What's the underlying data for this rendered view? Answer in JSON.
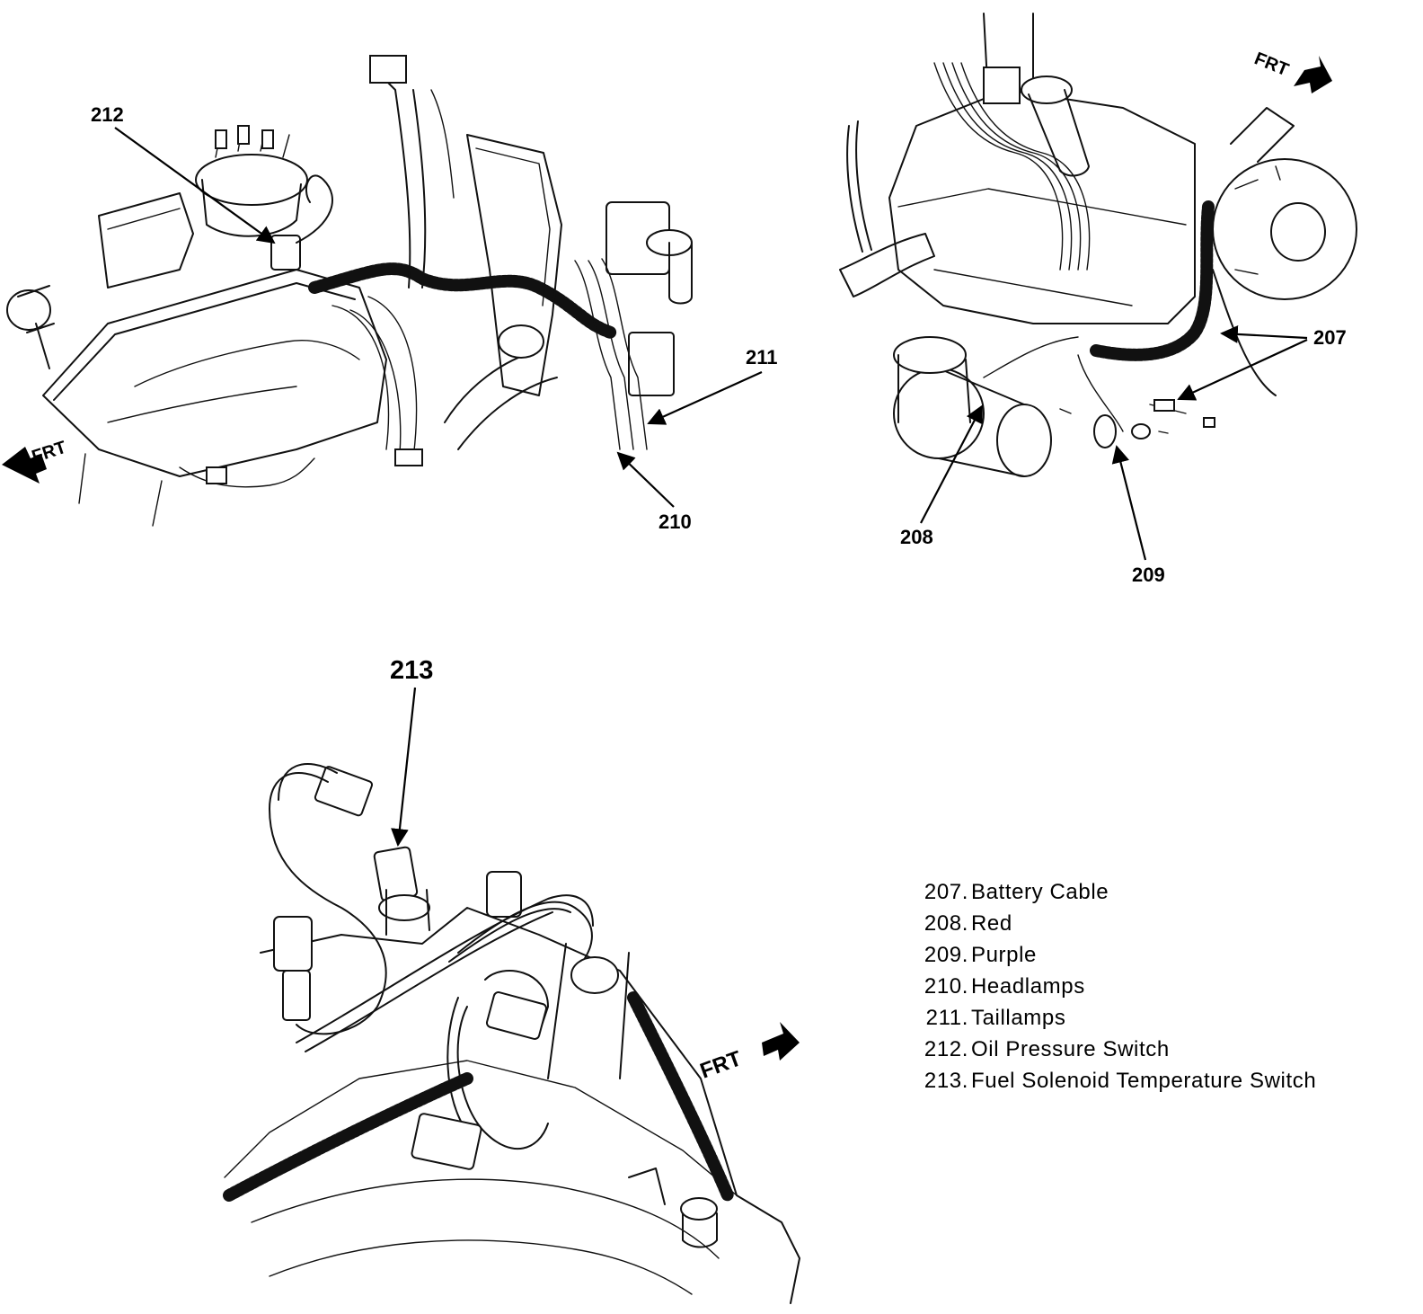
{
  "callouts": {
    "c207": "207",
    "c208": "208",
    "c209": "209",
    "c210": "210",
    "c211": "211",
    "c212": "212",
    "c213": "213"
  },
  "direction_labels": {
    "frt_top_left": "FRT",
    "frt_top_right": "FRT",
    "frt_bottom": "FRT"
  },
  "legend": [
    {
      "number": "207.",
      "label": "Battery Cable"
    },
    {
      "number": "208.",
      "label": "Red"
    },
    {
      "number": "209.",
      "label": "Purple"
    },
    {
      "number": "210.",
      "label": "Headlamps"
    },
    {
      "number": "211.",
      "label": "Taillamps"
    },
    {
      "number": "212.",
      "label": "Oil Pressure Switch"
    },
    {
      "number": "213.",
      "label": "Fuel Solenoid Temperature Switch"
    }
  ]
}
